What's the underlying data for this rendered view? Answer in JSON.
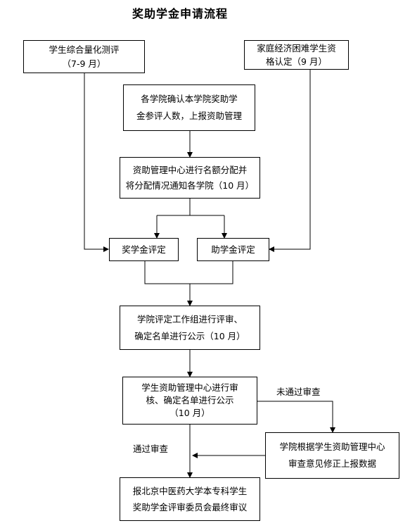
{
  "title": "奖助学金申请流程",
  "nodes": {
    "quant_eval": {
      "line1": "学生综合量化测评",
      "line2": "（7-9 月）"
    },
    "hardship": {
      "line1": "家庭经济困难学生资",
      "line2": "格认定（9 月）"
    },
    "college_confirm": {
      "line1": "各学院确认本学院奖助学",
      "line2": "金参评人数，上报资助管理"
    },
    "center_allocate": {
      "line1": "资助管理中心进行名额分配并",
      "line2": "将分配情况通知各学院（10 月）"
    },
    "scholarship": {
      "label": "奖学金评定"
    },
    "grant": {
      "label": "助学金评定"
    },
    "college_review": {
      "line1": "学院评定工作组进行评审、",
      "line2": "确定名单进行公示（10 月）"
    },
    "center_audit": {
      "line1": "学生资助管理中心进行审",
      "line2": "核、确定名单进行公示",
      "line3": "（10 月）"
    },
    "college_revise": {
      "line1": "学院根据学生资助管理中心",
      "line2": "审查意见修正上报数据"
    },
    "final_review": {
      "line1": "报北京中医药大学本专科学生",
      "line2": "奖助学金评审委员会最终审议"
    }
  },
  "edges": {
    "fail_label": "未通过审查",
    "pass_label": "通过审查"
  }
}
